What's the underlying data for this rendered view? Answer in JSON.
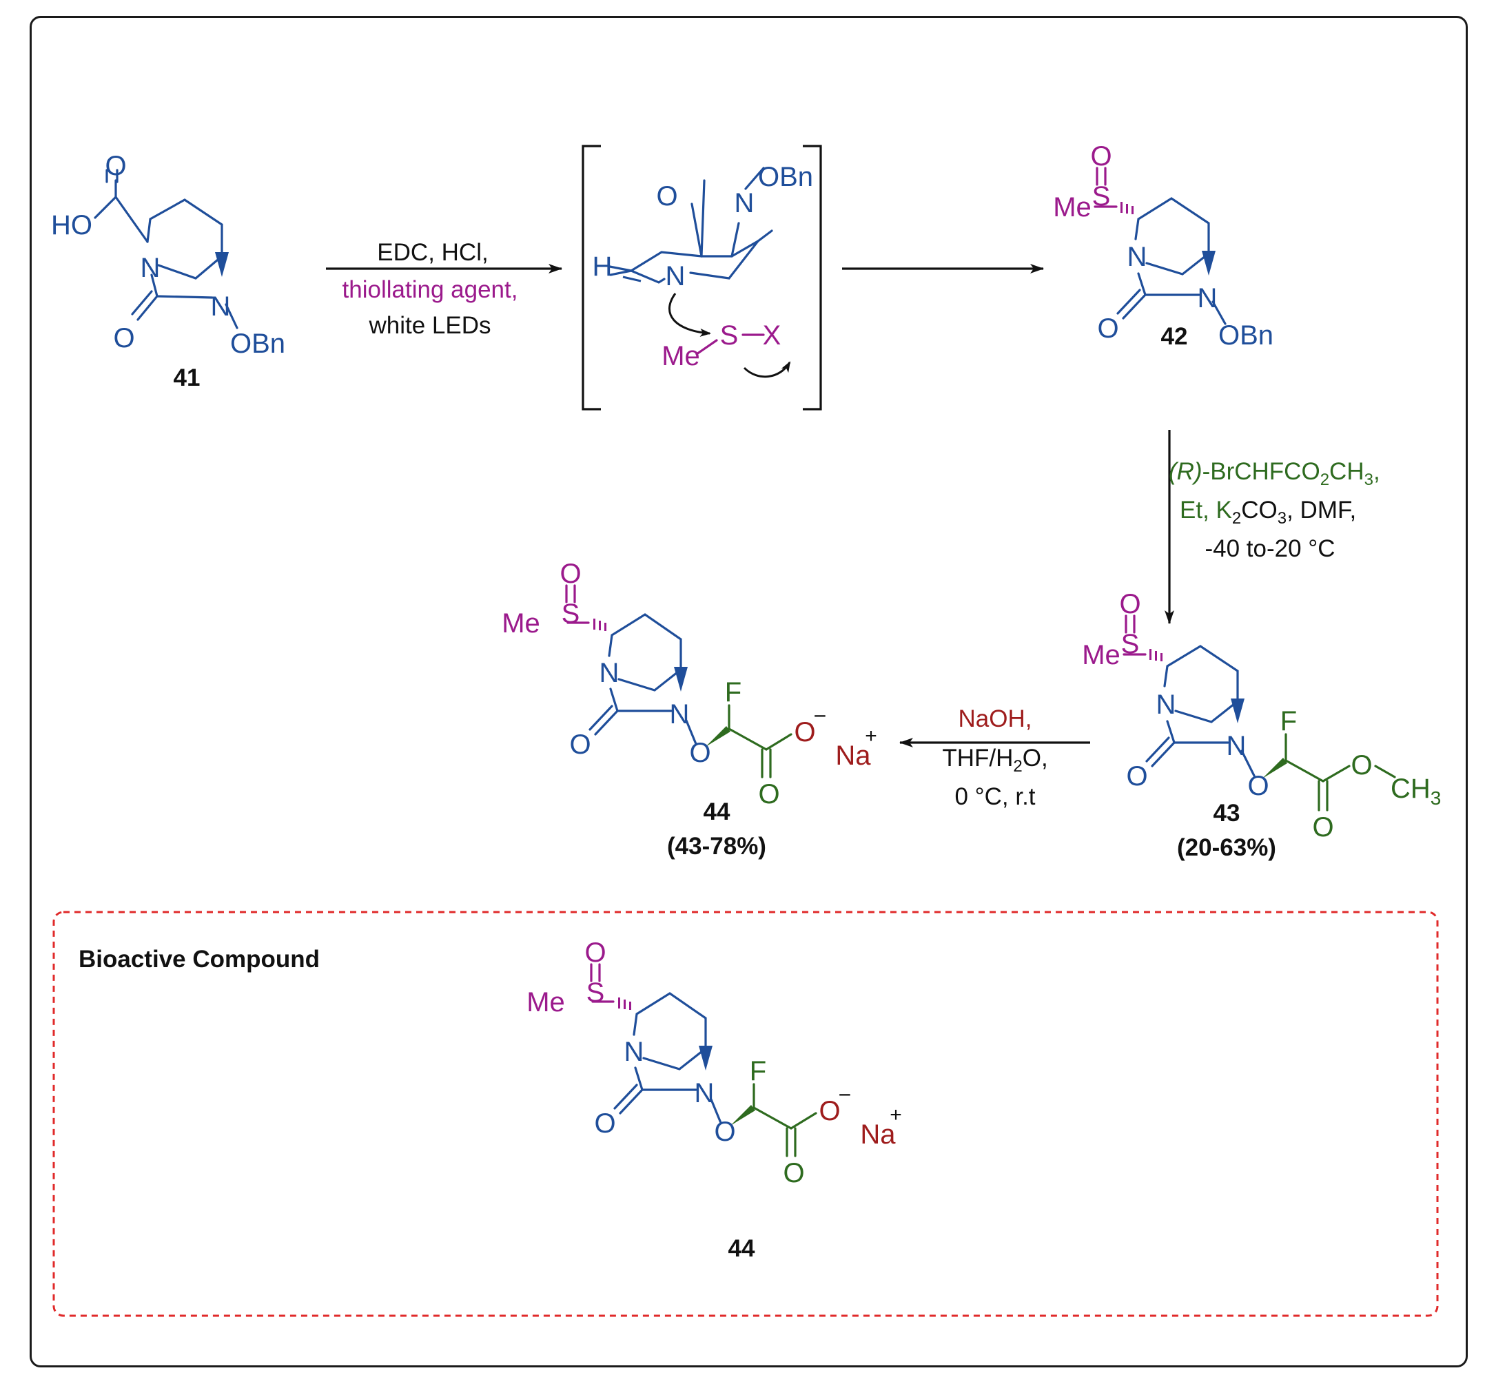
{
  "colors": {
    "scaffold": "#1f4e9a",
    "sulfur": "#9b1a8c",
    "side_chain": "#2e6b1f",
    "counterion": "#9e1c1c",
    "text": "#111111",
    "dashed_box": "#e02a2a"
  },
  "atoms": {
    "O": "O",
    "HO": "HO",
    "N": "N",
    "OBn": "OBn",
    "H": "H",
    "S": "S",
    "X": "X",
    "Me": "Me",
    "F": "F",
    "CH3": "CH",
    "sub3": "3",
    "Na": "Na",
    "plus": "+",
    "minus": "−"
  },
  "compounds": {
    "c41": {
      "label": "41"
    },
    "c42": {
      "label": "42"
    },
    "c43": {
      "label": "43",
      "yield": "(20-63%)"
    },
    "c44": {
      "label": "44",
      "yield": "(43-78%)"
    },
    "c44_box": {
      "label": "44"
    }
  },
  "step1": {
    "line1": "EDC, HCl,",
    "line2": "thiollating agent,",
    "line3": "white LEDs"
  },
  "step3": {
    "r_label": "(R)",
    "line1_a": "-BrCHFCO",
    "sub2": "2",
    "line1_b": "CH",
    "sub3": "3",
    "line1_c": ",",
    "line2_a": "Et, K",
    "line2_b": "CO",
    "line2_c": ", DMF,",
    "line3": "-40 to-20 °C"
  },
  "step4": {
    "line1": "NaOH,",
    "line2_a": "THF/H",
    "sub2": "2",
    "line2_b": "O,",
    "line3": "0 °C, r.t"
  },
  "bioactive_box": {
    "title": "Bioactive Compound"
  }
}
